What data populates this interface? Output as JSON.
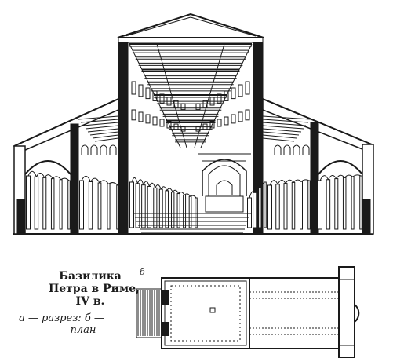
{
  "caption": {
    "title_line1": "Базилика",
    "title_line2": "Петра в Риме,",
    "title_line3": "IV в.",
    "legend_a": "а — разрез:",
    "legend_b": "б —",
    "legend_plan": "план"
  },
  "plan_label": "б",
  "colors": {
    "ink": "#1a1a1a",
    "paper": "#ffffff"
  }
}
